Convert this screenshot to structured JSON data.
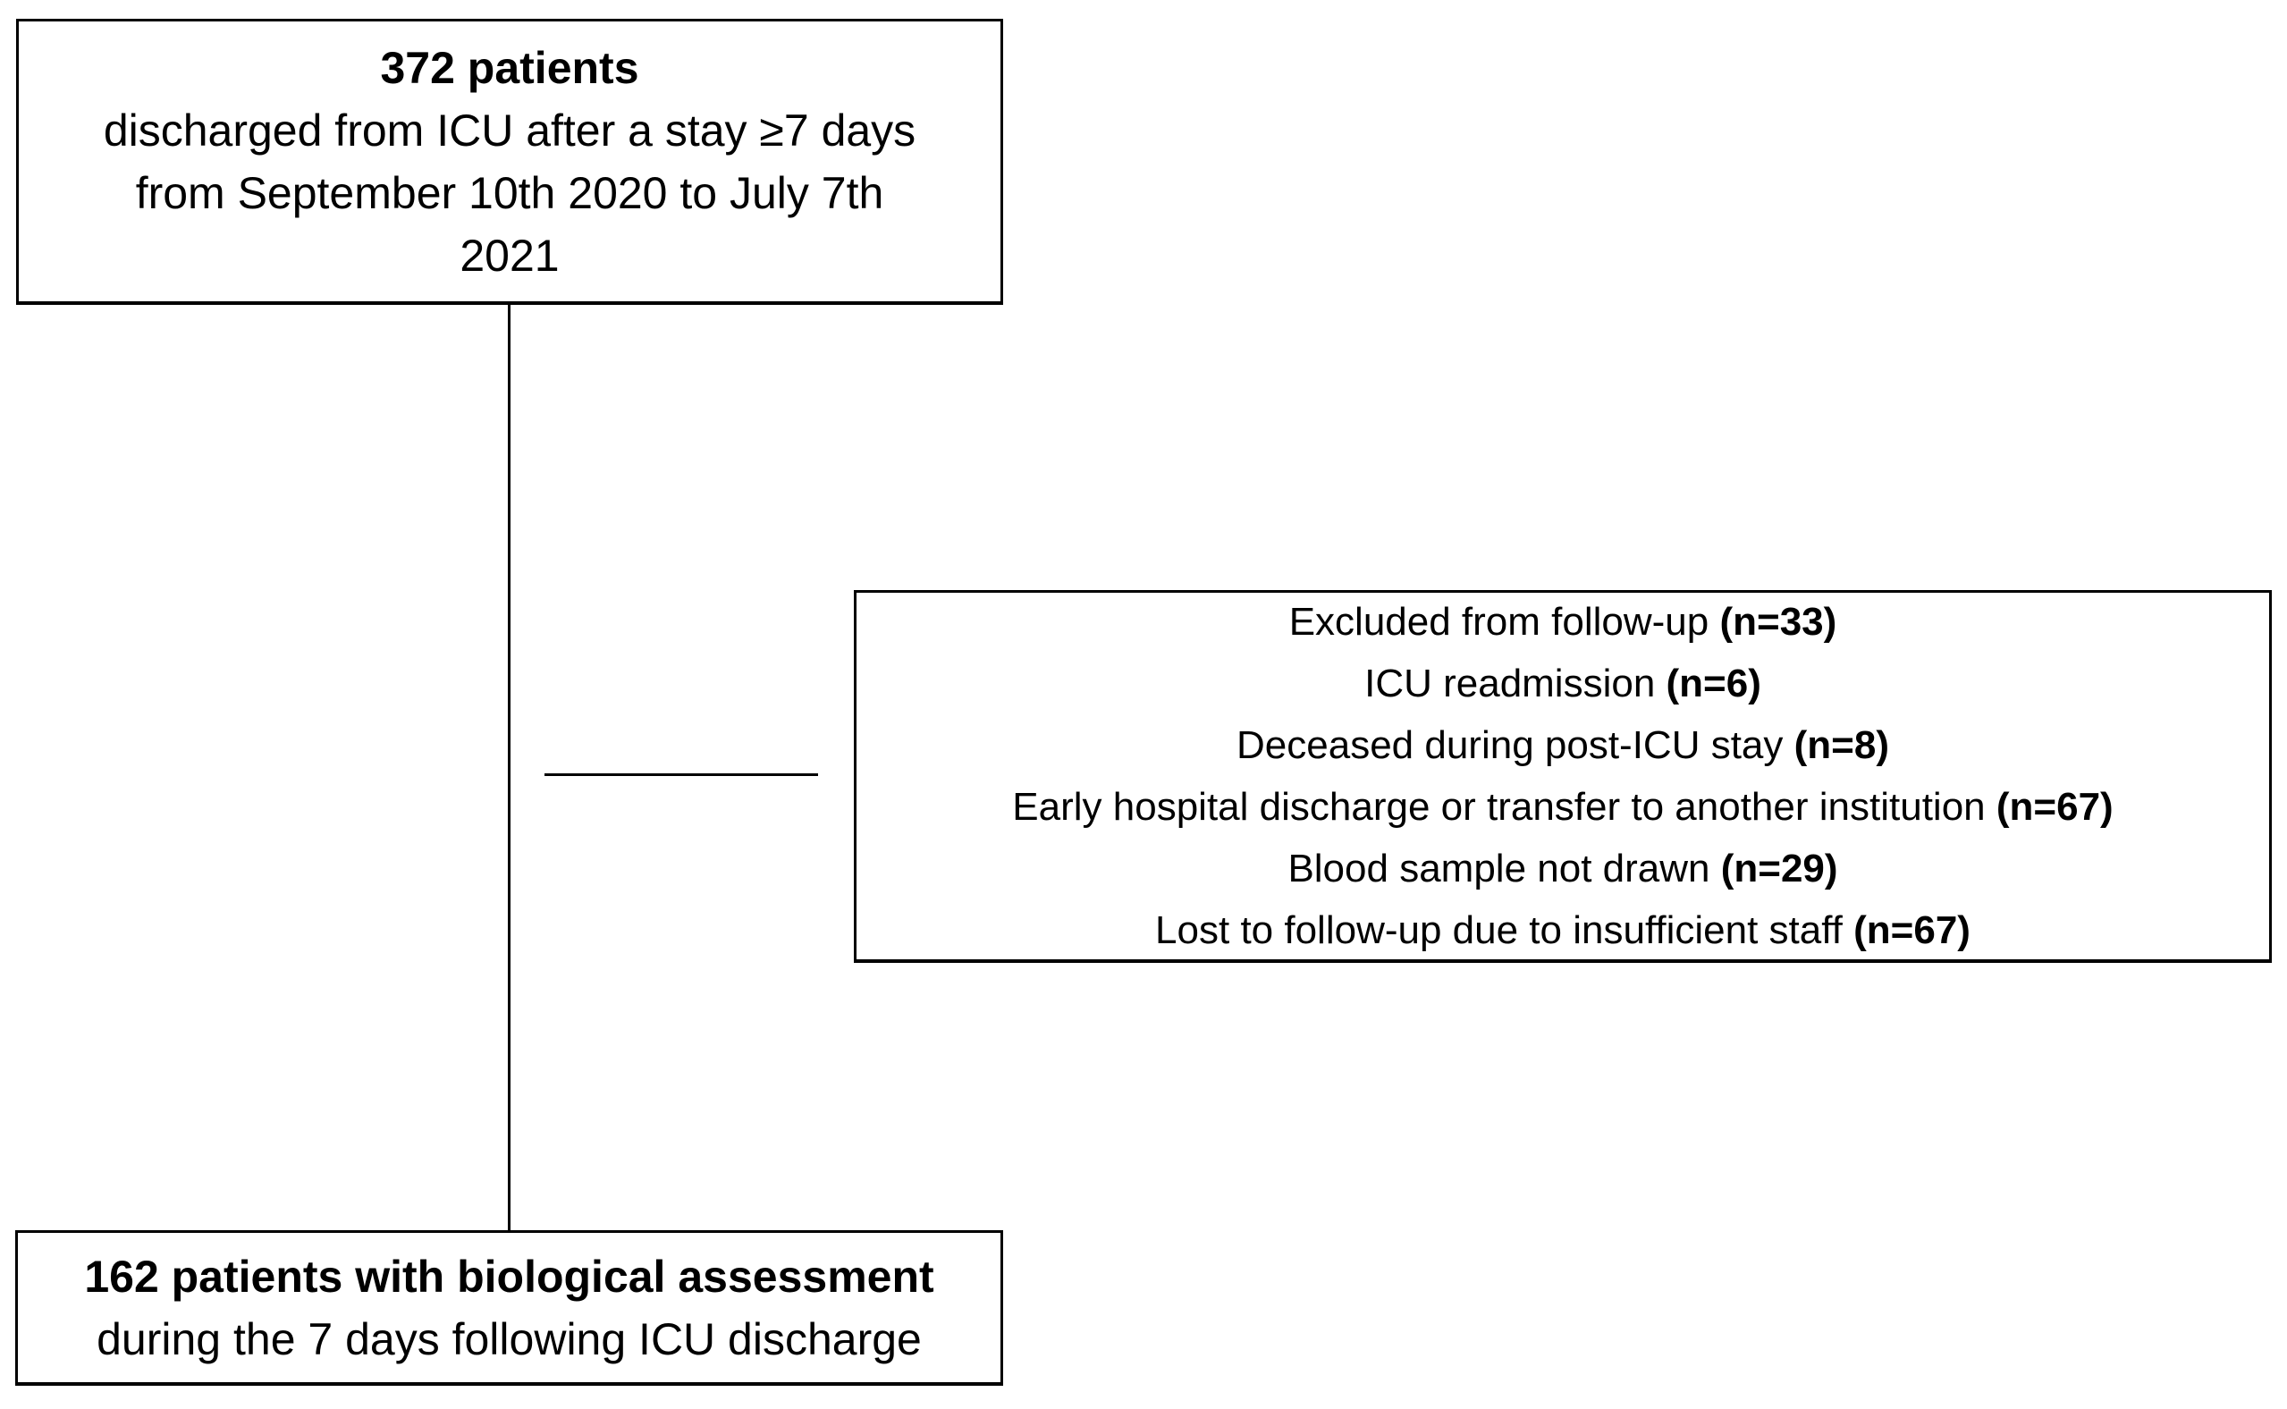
{
  "figure": {
    "background_color": "#ffffff",
    "line_color": "#000000",
    "text_color": "#000000"
  },
  "boxes": {
    "enrollment": {
      "title": "372 patients",
      "lines": [
        "discharged from ICU after a stay ≥7 days",
        "from September 10th 2020 to July 7th",
        "2021"
      ]
    },
    "exclusion": {
      "lines": [
        {
          "text": "Excluded from follow-up ",
          "n": "(n=33)"
        },
        {
          "text": "ICU readmission ",
          "n": "(n=6)"
        },
        {
          "text": "Deceased during post-ICU stay ",
          "n": "(n=8)"
        },
        {
          "text": "Early hospital discharge or transfer to another institution ",
          "n": "(n=67)"
        },
        {
          "text": "Blood sample not drawn ",
          "n": "(n=29)"
        },
        {
          "text": "Lost to follow-up due to insufficient staff ",
          "n": "(n=67)"
        }
      ]
    },
    "outcome": {
      "title": "162 patients with biological assessment",
      "subtitle": "during the 7 days following ICU discharge"
    }
  }
}
